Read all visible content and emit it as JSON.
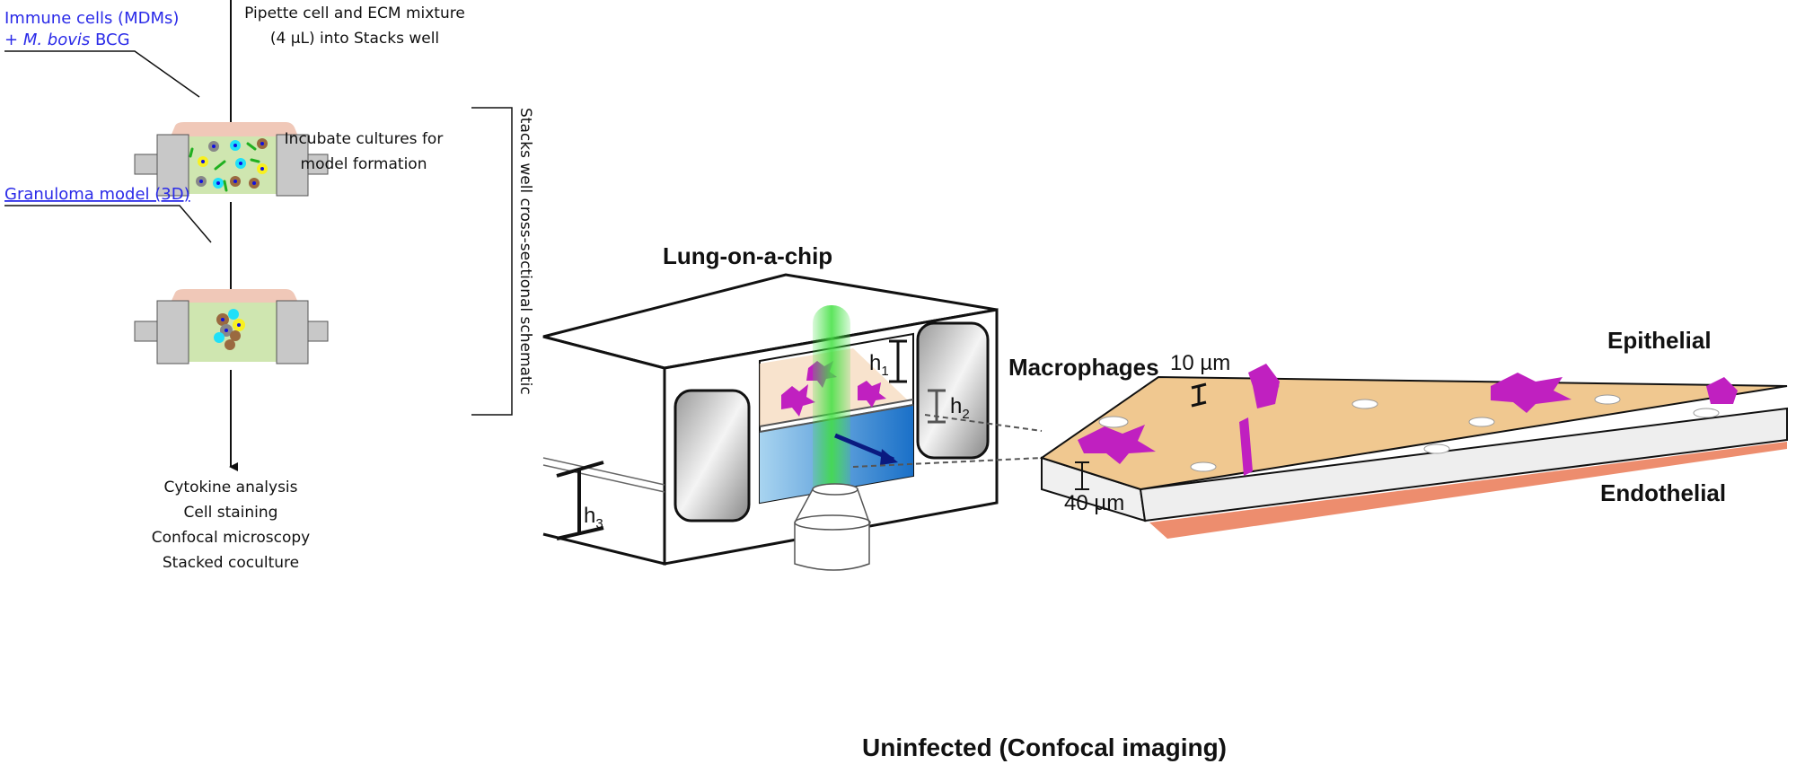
{
  "workflow": {
    "step1": {
      "line1": "Pipette cell and ECM mixture",
      "line2": "(4 µL) into Stacks well"
    },
    "label_immune": {
      "line1": "Immune cells (MDMs)",
      "prefix": "+ ",
      "species": "M. bovis",
      "suffix": " BCG"
    },
    "step2": {
      "line1": "Incubate cultures for",
      "line2": "model formation"
    },
    "label_granuloma": "Granuloma model (3D)",
    "outputs": [
      "Cytokine analysis",
      "Cell staining",
      "Confocal microscopy",
      "Stacked coculture"
    ],
    "bracket_label": "Stacks well cross-sectional schematic"
  },
  "chip": {
    "title": "Lung-on-a-chip",
    "h1": "h",
    "h1_sub": "1",
    "h2": "h",
    "h2_sub": "2",
    "h3": "h",
    "h3_sub": "3",
    "caption": "Uninfected (Confocal imaging)",
    "macrophages": "Macrophages",
    "epithelial": "Epithelial",
    "endothelial": "Endothelial",
    "thickness_top": "10 µm",
    "thickness_bottom": "40 µm"
  },
  "colors": {
    "label_blue": "#2a2ae8",
    "macrophage": "#c020c0",
    "epithelial": "#f0c890",
    "endothelial": "#e86a40",
    "ecm": "#cfe6b0",
    "beam": "#40e040"
  }
}
